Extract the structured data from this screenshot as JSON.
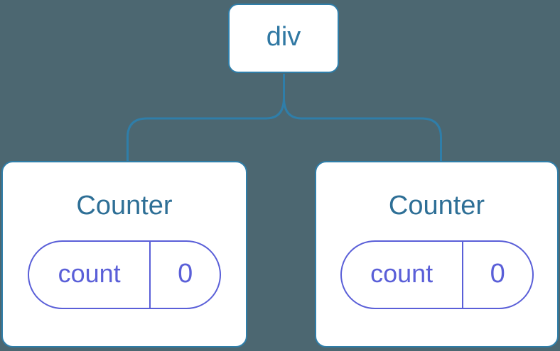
{
  "diagram": {
    "root": {
      "label": "div"
    },
    "children": [
      {
        "title": "Counter",
        "state": {
          "key": "count",
          "value": "0"
        }
      },
      {
        "title": "Counter",
        "state": {
          "key": "count",
          "value": "0"
        }
      }
    ]
  },
  "colors": {
    "background": "#4C6771",
    "node_border": "#2F7EA9",
    "node_fill": "#FFFFFF",
    "root_label": "#3078A3",
    "component_title": "#2E6F96",
    "state_accent": "#5A5FD8"
  }
}
